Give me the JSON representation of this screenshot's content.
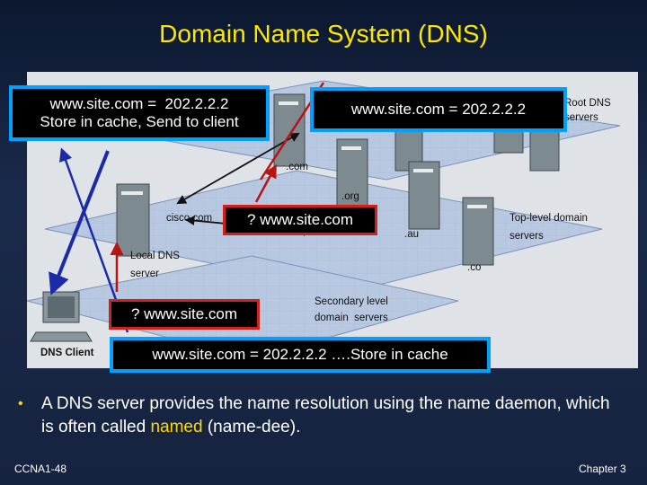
{
  "slide": {
    "title": "Domain Name System (DNS)",
    "footer_left": "CCNA1-48",
    "footer_right": "Chapter 3"
  },
  "callouts": {
    "top_left": "www.site.com =  202.2.2.2\nStore in cache, Send to client",
    "top_right": "www.site.com =  202.2.2.2",
    "middle_query": "?  www.site.com",
    "lower_query": "?  www.site.com",
    "bottom": "www.site.com =  202.2.2.2  ….Store in cache"
  },
  "diagram_labels": {
    "root_dns": "Root DNS\nservers",
    "com": ".com",
    "org": ".org",
    "cisco": "cisco.com",
    "au": ".au",
    "tld": "Top-level domain\nservers",
    "co": ".co",
    "local_dns": "Local DNS\nserver",
    "secondary": "Secondary level\ndomain  servers",
    "dns_client": "DNS Client"
  },
  "bullet": {
    "before": "A DNS server provides the name resolution using the name daemon, which is often called ",
    "highlight": "named",
    "after": " (name-dee)."
  },
  "colors": {
    "title": "#ffe800",
    "callout_blue_border": "#00a0ff",
    "callout_red_border": "#d4201a",
    "arrow_blue": "#1a2aa8",
    "arrow_red": "#b81414",
    "arrow_black": "#111111"
  }
}
